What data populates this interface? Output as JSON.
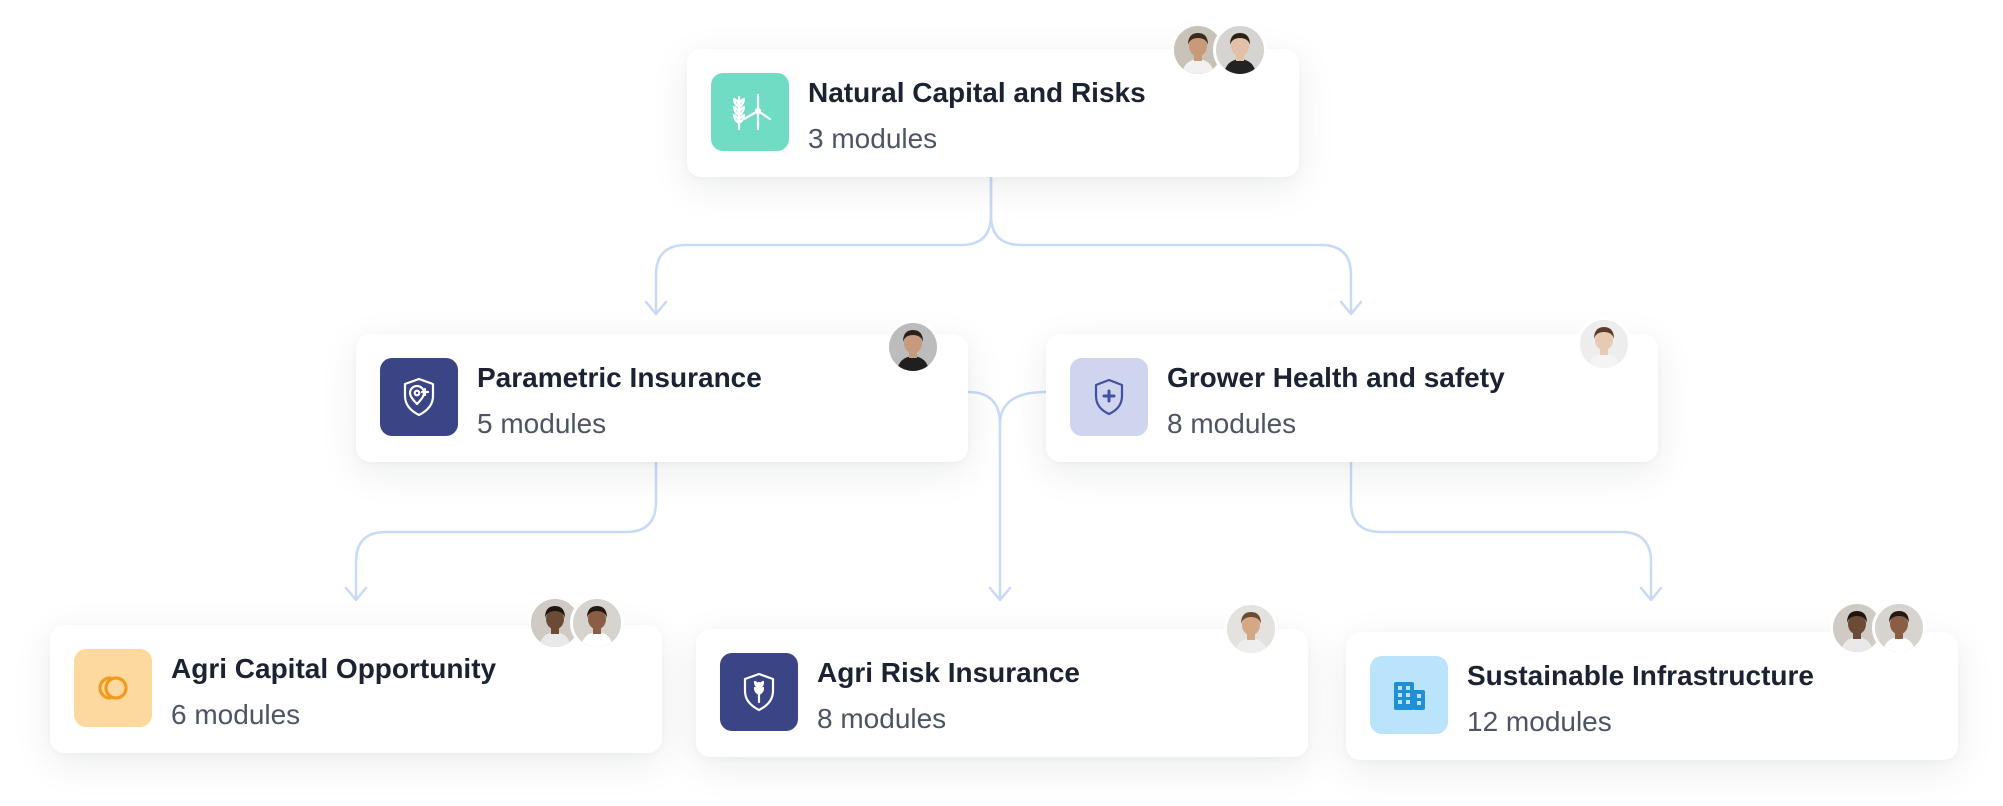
{
  "nodes": [
    {
      "id": "natural-capital",
      "title": "Natural Capital and Risks",
      "subtitle": "3 modules",
      "icon": "wheat-wind-turbine-icon",
      "icon_bg": "#6fdcc3",
      "icon_fg": "#ffffff",
      "avatars": [
        {
          "name": "avatar",
          "skin": "#c99a7a",
          "hair": "#3a2a20",
          "bg": "#c8c2b8",
          "shirt": "#f1f1f1"
        },
        {
          "name": "avatar",
          "skin": "#e3c1a8",
          "hair": "#2a1e18",
          "bg": "#d6d4d0",
          "shirt": "#222222"
        }
      ]
    },
    {
      "id": "parametric-insurance",
      "title": "Parametric Insurance",
      "subtitle": "5 modules",
      "icon": "shield-location-icon",
      "icon_bg": "#3b4484",
      "icon_fg": "#ffffff",
      "avatars": [
        {
          "name": "avatar",
          "skin": "#c79a7e",
          "hair": "#2b211c",
          "bg": "#bcbcbc",
          "shirt": "#1f1f1f"
        }
      ]
    },
    {
      "id": "grower-health",
      "title": "Grower Health and safety",
      "subtitle": "8 modules",
      "icon": "shield-plus-icon",
      "icon_bg": "#cfd4ef",
      "icon_fg": "#4350a0",
      "avatars": [
        {
          "name": "avatar",
          "skin": "#e8c9b3",
          "hair": "#5b3d2c",
          "bg": "#ededed",
          "shirt": "#f4f4f4"
        }
      ]
    },
    {
      "id": "agri-capital",
      "title": "Agri Capital Opportunity",
      "subtitle": "6 modules",
      "icon": "linked-circles-icon",
      "icon_bg": "#fdd9a0",
      "icon_fg": "#f29a1c",
      "avatars": [
        {
          "name": "avatar",
          "skin": "#6b4a36",
          "hair": "#1c1512",
          "bg": "#cfcac4",
          "shirt": "#e9e9e9"
        },
        {
          "name": "avatar",
          "skin": "#8a5e44",
          "hair": "#241813",
          "bg": "#d7d3cf",
          "shirt": "#ffffff"
        }
      ]
    },
    {
      "id": "agri-risk",
      "title": "Agri Risk Insurance",
      "subtitle": "8 modules",
      "icon": "shield-wheat-icon",
      "icon_bg": "#3b4484",
      "icon_fg": "#ffffff",
      "avatars": [
        {
          "name": "avatar",
          "skin": "#d4a886",
          "hair": "#6a4a31",
          "bg": "#e4e2de",
          "shirt": "#eeeeee"
        }
      ]
    },
    {
      "id": "sustainable-infra",
      "title": "Sustainable Infrastructure",
      "subtitle": "12 modules",
      "icon": "buildings-icon",
      "icon_bg": "#b9e4fb",
      "icon_fg": "#1f8fd6",
      "avatars": [
        {
          "name": "avatar",
          "skin": "#6b4a36",
          "hair": "#1c1512",
          "bg": "#cfcac4",
          "shirt": "#e9e9e9"
        },
        {
          "name": "avatar",
          "skin": "#8a5e44",
          "hair": "#241813",
          "bg": "#d7d3cf",
          "shirt": "#ffffff"
        }
      ]
    }
  ],
  "connector_color": "#c9d9f8"
}
